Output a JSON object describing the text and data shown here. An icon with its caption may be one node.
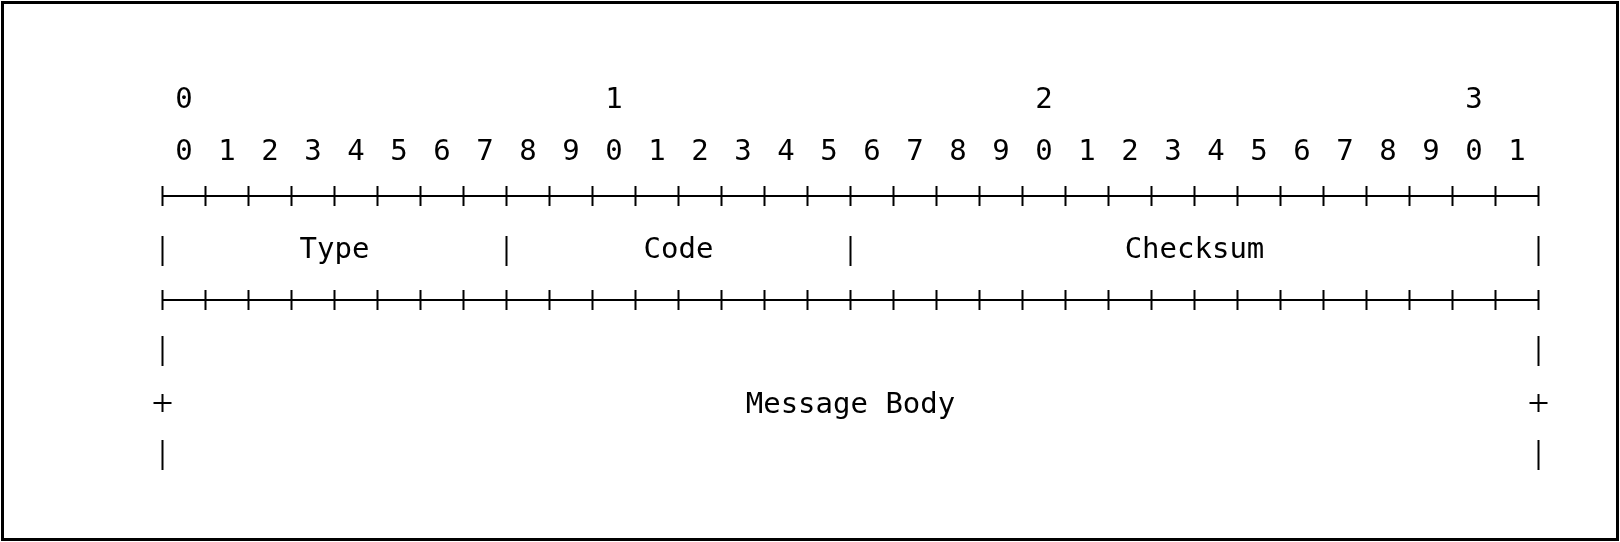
{
  "diagram": {
    "nodes": [
      {
        "text": [
          "Type"
        ]
      },
      {
        "text": [
          "Code"
        ]
      },
      {
        "text": [
          "Checksum"
        ]
      },
      {
        "text": [
          "Message Body"
        ]
      }
    ],
    "labels": [
      "0",
      "1",
      "2",
      "3",
      "0",
      "1",
      "2",
      "3",
      "4",
      "5",
      "6",
      "7",
      "8",
      "9",
      "0",
      "1",
      "2",
      "3",
      "4",
      "5",
      "6",
      "7",
      "8",
      "9",
      "0",
      "1",
      "2",
      "3",
      "4",
      "5",
      "6",
      "7",
      "8",
      "9",
      "0",
      "1"
    ]
  }
}
